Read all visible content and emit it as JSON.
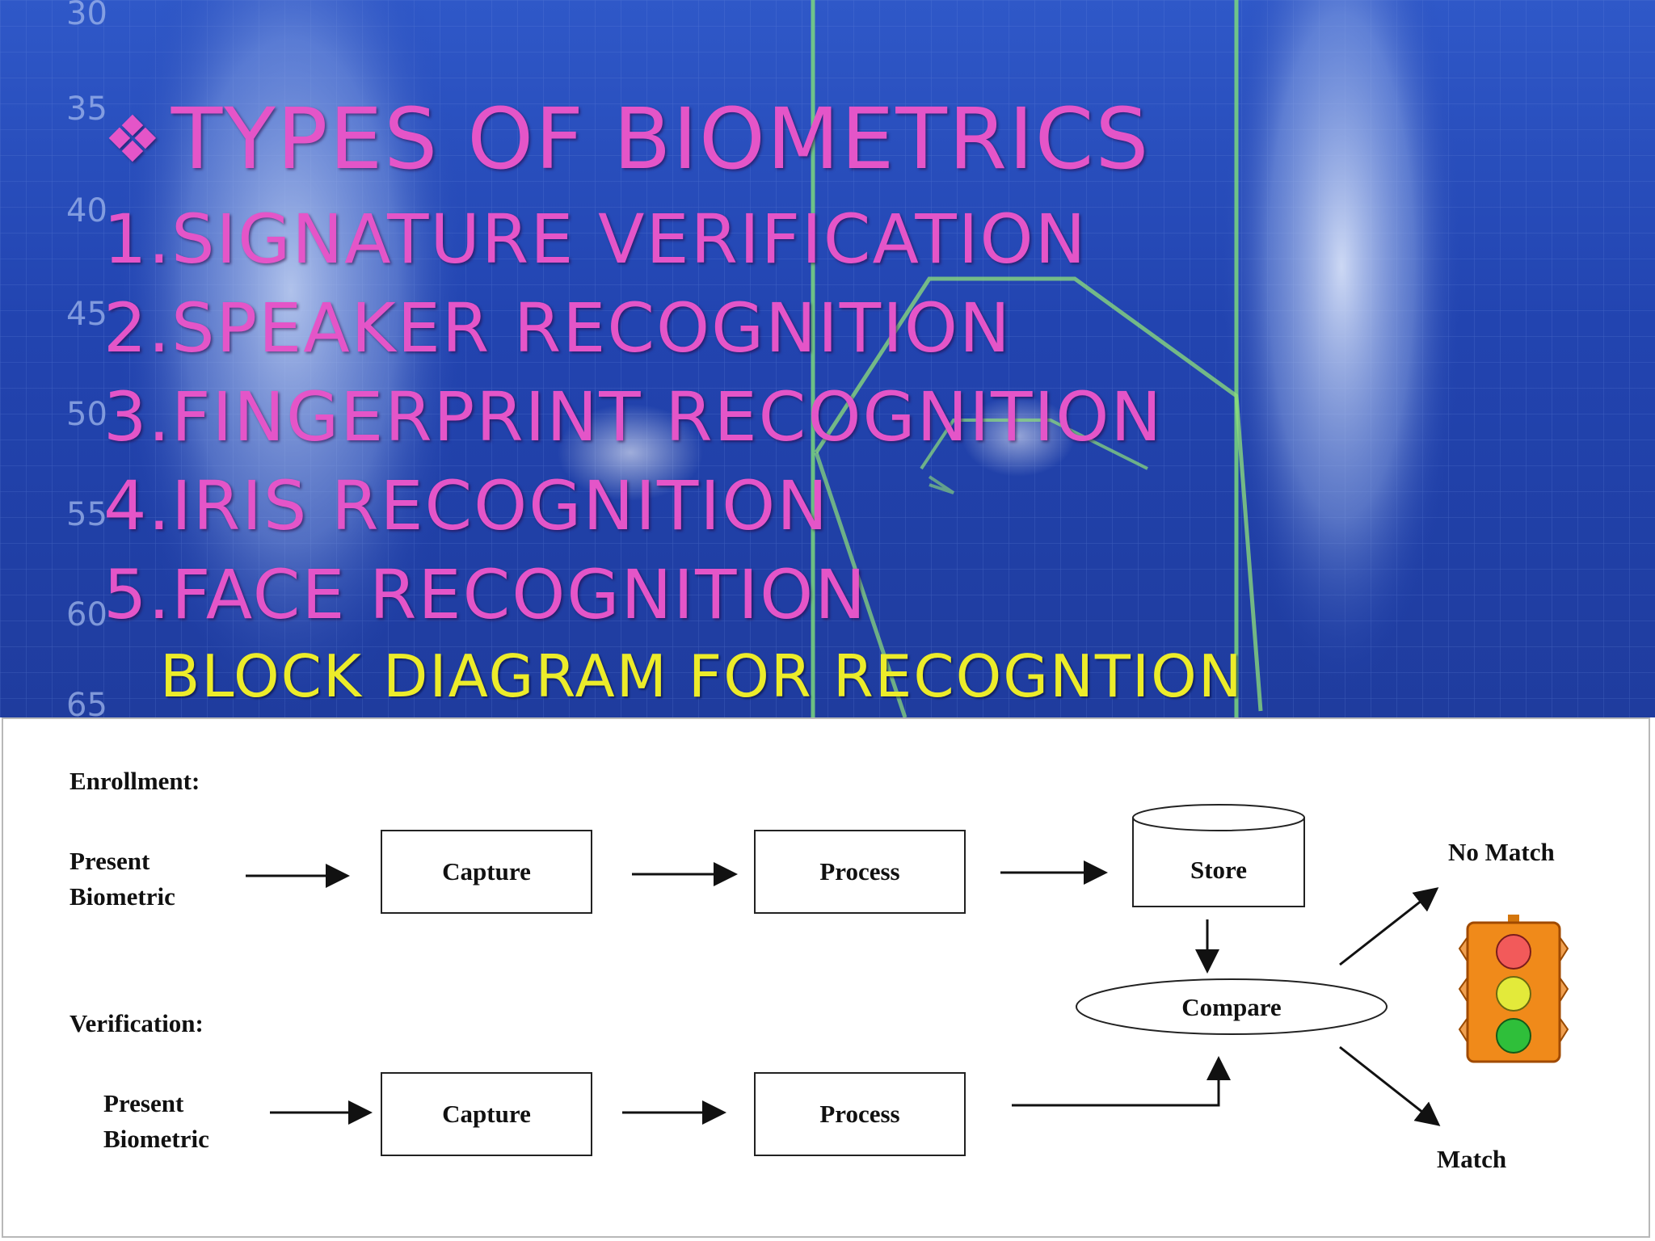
{
  "slide": {
    "heading": "TYPES OF BIOMETRICS",
    "bullet_symbol": "❖",
    "list_items": [
      "1.SIGNATURE VERIFICATION",
      "2.SPEAKER RECOGNITION",
      "3.FINGERPRINT RECOGNITION",
      "4.IRIS RECOGNITION",
      "5.FACE RECOGNITION"
    ],
    "subtitle": "BLOCK DIAGRAM FOR RECOGNTION",
    "background_scale_labels": [
      "30",
      "35",
      "40",
      "45",
      "50",
      "55",
      "60",
      "65"
    ],
    "colors": {
      "heading": "#e455c8",
      "subtitle": "#ecec2a",
      "background": "#2447b5"
    }
  },
  "diagram": {
    "enrollment": {
      "section_label": "Enrollment:",
      "input_line1": "Present",
      "input_line2": "Biometric",
      "capture": "Capture",
      "process": "Process",
      "store": "Store"
    },
    "verification": {
      "section_label": "Verification:",
      "input_line1": "Present",
      "input_line2": "Biometric",
      "capture": "Capture",
      "process": "Process"
    },
    "compare": "Compare",
    "no_match": "No Match",
    "match": "Match",
    "traffic_light_icon": "traffic-light-icon"
  }
}
